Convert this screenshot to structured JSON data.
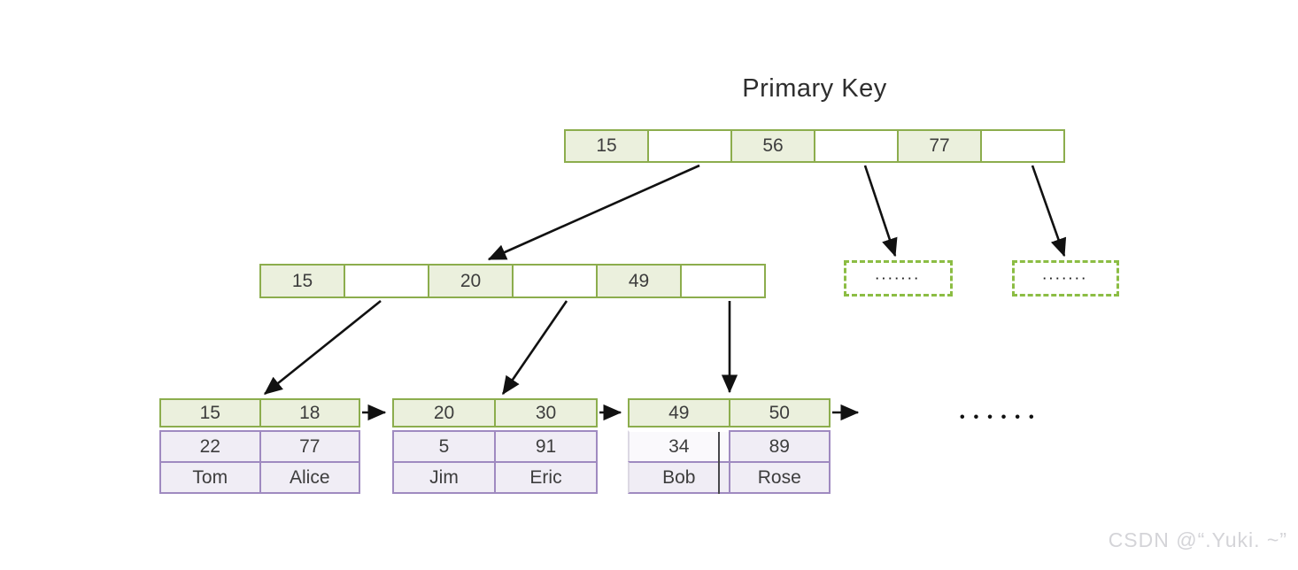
{
  "title": "Primary Key",
  "colors": {
    "green_border": "#8cad4d",
    "green_fill": "#ebf0dd",
    "dashed_green": "#8cbd44",
    "purple_border": "#9f8ac0",
    "purple_fill": "#f0edf5",
    "arrow": "#111111",
    "text": "#3d3d3d",
    "watermark": "#d4d4d8"
  },
  "root_node": {
    "cells": [
      {
        "value": "15"
      },
      {
        "value": ""
      },
      {
        "value": "56"
      },
      {
        "value": ""
      },
      {
        "value": "77"
      },
      {
        "value": ""
      }
    ]
  },
  "internal_node": {
    "cells": [
      {
        "value": "15"
      },
      {
        "value": ""
      },
      {
        "value": "20"
      },
      {
        "value": ""
      },
      {
        "value": "49"
      },
      {
        "value": ""
      }
    ]
  },
  "dashed_boxes": [
    {
      "label": "·······"
    },
    {
      "label": "·······"
    }
  ],
  "leaf_tables": [
    {
      "keys": [
        "15",
        "18"
      ],
      "rows": [
        [
          "22",
          "77"
        ],
        [
          "Tom",
          "Alice"
        ]
      ]
    },
    {
      "keys": [
        "20",
        "30"
      ],
      "rows": [
        [
          "5",
          "91"
        ],
        [
          "Jim",
          "Eric"
        ]
      ]
    },
    {
      "keys": [
        "49",
        "50"
      ],
      "rows": [
        [
          "34",
          "89"
        ],
        [
          "Bob",
          "Rose"
        ]
      ]
    }
  ],
  "ellipsis": "••••••",
  "watermark": "CSDN @“.Yuki. ~”"
}
